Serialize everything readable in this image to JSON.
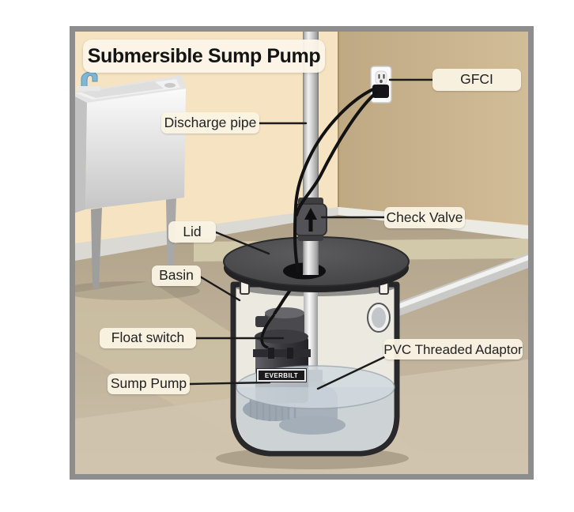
{
  "diagram": {
    "title": "Submersible Sump Pump",
    "pump_brand": "EVERBILT",
    "labels": {
      "gfci": "GFCI",
      "discharge_pipe": "Discharge pipe",
      "check_valve": "Check Valve",
      "lid": "Lid",
      "basin": "Basin",
      "float_switch": "Float switch",
      "sump_pump": "Sump Pump",
      "pvc_adaptor": "PVC Threaded Adaptor"
    },
    "icons": {
      "check_valve_flow": "up-arrow-icon",
      "outlet": "gfci-outlet-icon",
      "faucet": "faucet-icon"
    },
    "colors": {
      "frame_border": "#8d8d8d",
      "wall_left": "#f5e3c1",
      "wall_right": "#c9b28c",
      "floor": "#b7a98f",
      "baseboard": "#e6e4df",
      "lid": "#48484a",
      "basin_outline": "#29292b",
      "water": "#c5ced6",
      "pump_body": "#3a3a3e",
      "pipe": "#d9d9d9",
      "cord": "#121212",
      "leader_line": "#1b1b1b",
      "label_bg": "#f8f1e1"
    }
  }
}
